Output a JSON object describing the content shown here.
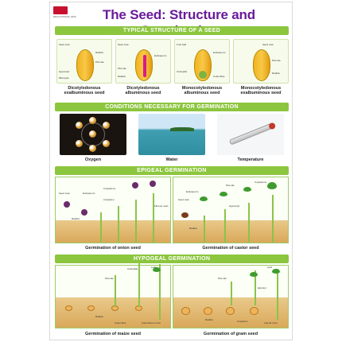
{
  "publisher": {
    "logo_text": "EDUCATIONAL AIDS"
  },
  "title": "The Seed: Structure and Germination",
  "sections": {
    "structure": "TYPICAL STRUCTURE OF A SEED",
    "conditions": "CONDITIONS NECESSARY FOR GERMINATION",
    "epigeal": "EPIGEAL GERMINATION",
    "hypogeal": "HYPOGEAL GERMINATION"
  },
  "seed_types": [
    {
      "caption": "Dicotyledonous exalbuminous seed",
      "labels": [
        "Seed coat",
        "Radicle",
        "Plumule",
        "Hypocotyl",
        "Micropyle"
      ]
    },
    {
      "caption": "Dicotyledonous albuminous seed",
      "labels": [
        "Seed coat",
        "Endosperm",
        "Plumule",
        "Radicle"
      ]
    },
    {
      "caption": "Monocotyledonous albuminous seed",
      "labels": [
        "Fruit wall",
        "Endosperm",
        "Coleoptile",
        "Coleorhiza"
      ]
    },
    {
      "caption": "Monocotyledonous exalbuminous seed",
      "labels": [
        "Seed coat",
        "Plumule",
        "Radicle"
      ]
    }
  ],
  "conditions": [
    {
      "caption": "Oxygen"
    },
    {
      "caption": "Water"
    },
    {
      "caption": "Temperature"
    }
  ],
  "epigeal_panels": [
    {
      "caption": "Germination of onion seed",
      "labels": [
        "Seed coat",
        "Endosperm",
        "Cotyledons",
        "Cotyledon",
        "Fibrous roots",
        "Radicle"
      ]
    },
    {
      "caption": "Germination of castor seed",
      "labels": [
        "Endosperm",
        "Seed coat",
        "Cotyledons",
        "Plumule",
        "Radicle",
        "Hypocotyl"
      ]
    }
  ],
  "hypogeal_panels": [
    {
      "caption": "Germination of maize seed",
      "labels": [
        "Leaf",
        "Plumule",
        "Coleoptile",
        "Radicle",
        "Coleorhiza",
        "Adventitious roots"
      ]
    },
    {
      "caption": "Germination of gram seed",
      "labels": [
        "Leaf",
        "Plumule",
        "Epicotyl",
        "Radicle",
        "Cotyledon",
        "Lateral roots"
      ]
    }
  ],
  "colors": {
    "title": "#6a1b9a",
    "band": "#8cc63f",
    "seed": "#f3b21e",
    "soil": "#d9a85a"
  }
}
